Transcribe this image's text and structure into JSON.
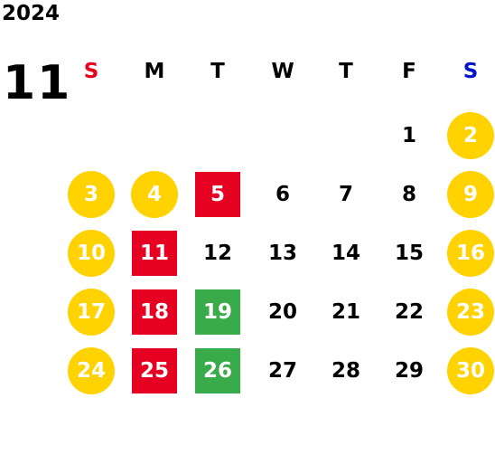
{
  "calendar": {
    "year": "2024",
    "month": "11",
    "weekdays": [
      "S",
      "M",
      "T",
      "W",
      "T",
      "F",
      "S"
    ],
    "colors": {
      "holiday_circle": "#ffd200",
      "red_box": "#e60021",
      "green_box": "#3aab4a",
      "sunday_label": "#e8001c",
      "saturday_label": "#0015c8"
    },
    "weeks": [
      [
        null,
        null,
        null,
        null,
        null,
        {
          "day": "1",
          "style": "plain"
        },
        {
          "day": "2",
          "style": "holiday"
        }
      ],
      [
        {
          "day": "3",
          "style": "holiday"
        },
        {
          "day": "4",
          "style": "holiday"
        },
        {
          "day": "5",
          "style": "red"
        },
        {
          "day": "6",
          "style": "plain"
        },
        {
          "day": "7",
          "style": "plain"
        },
        {
          "day": "8",
          "style": "plain"
        },
        {
          "day": "9",
          "style": "holiday"
        }
      ],
      [
        {
          "day": "10",
          "style": "holiday"
        },
        {
          "day": "11",
          "style": "red"
        },
        {
          "day": "12",
          "style": "plain"
        },
        {
          "day": "13",
          "style": "plain"
        },
        {
          "day": "14",
          "style": "plain"
        },
        {
          "day": "15",
          "style": "plain"
        },
        {
          "day": "16",
          "style": "holiday"
        }
      ],
      [
        {
          "day": "17",
          "style": "holiday"
        },
        {
          "day": "18",
          "style": "red"
        },
        {
          "day": "19",
          "style": "green"
        },
        {
          "day": "20",
          "style": "plain"
        },
        {
          "day": "21",
          "style": "plain"
        },
        {
          "day": "22",
          "style": "plain"
        },
        {
          "day": "23",
          "style": "holiday"
        }
      ],
      [
        {
          "day": "24",
          "style": "holiday"
        },
        {
          "day": "25",
          "style": "red"
        },
        {
          "day": "26",
          "style": "green"
        },
        {
          "day": "27",
          "style": "plain"
        },
        {
          "day": "28",
          "style": "plain"
        },
        {
          "day": "29",
          "style": "plain"
        },
        {
          "day": "30",
          "style": "holiday"
        }
      ]
    ]
  }
}
